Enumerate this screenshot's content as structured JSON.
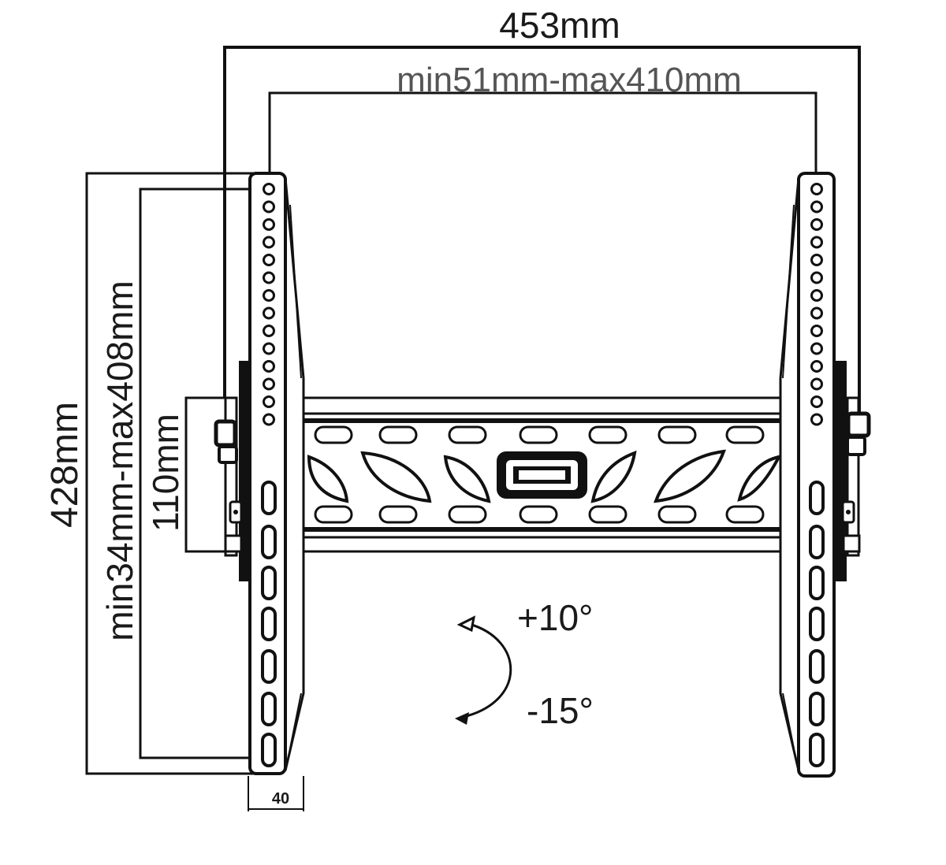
{
  "dimensions": {
    "overall_width": "453mm",
    "hole_spacing_horizontal": "min51mm-max410mm",
    "overall_height": "428mm",
    "hole_spacing_vertical": "min34mm-max408mm",
    "rail_height": "110mm",
    "bracket_depth": "40"
  },
  "tilt": {
    "up": "+10°",
    "down": "-15°"
  },
  "colors": {
    "line": "#111111",
    "background": "#ffffff"
  }
}
